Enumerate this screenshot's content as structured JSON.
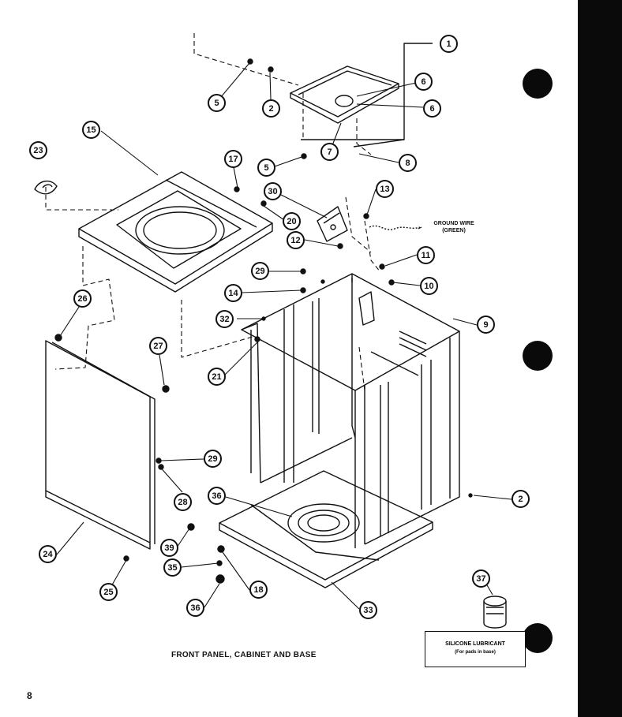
{
  "callouts": [
    {
      "id": "c1",
      "label": "1"
    },
    {
      "id": "c2a",
      "label": "2"
    },
    {
      "id": "c5a",
      "label": "5"
    },
    {
      "id": "c6a",
      "label": "6"
    },
    {
      "id": "c6b",
      "label": "6"
    },
    {
      "id": "c5b",
      "label": "5"
    },
    {
      "id": "c7",
      "label": "7"
    },
    {
      "id": "c8",
      "label": "8"
    },
    {
      "id": "c15",
      "label": "15"
    },
    {
      "id": "c23",
      "label": "23"
    },
    {
      "id": "c17",
      "label": "17"
    },
    {
      "id": "c30",
      "label": "30"
    },
    {
      "id": "c20",
      "label": "20"
    },
    {
      "id": "c13",
      "label": "13"
    },
    {
      "id": "c12",
      "label": "12"
    },
    {
      "id": "c11",
      "label": "11"
    },
    {
      "id": "c29a",
      "label": "29"
    },
    {
      "id": "c10",
      "label": "10"
    },
    {
      "id": "c14",
      "label": "14"
    },
    {
      "id": "c26",
      "label": "26"
    },
    {
      "id": "c32",
      "label": "32"
    },
    {
      "id": "c9",
      "label": "9"
    },
    {
      "id": "c27",
      "label": "27"
    },
    {
      "id": "c21",
      "label": "21"
    },
    {
      "id": "c29b",
      "label": "29"
    },
    {
      "id": "c28",
      "label": "28"
    },
    {
      "id": "c36a",
      "label": "36"
    },
    {
      "id": "c2b",
      "label": "2"
    },
    {
      "id": "c39",
      "label": "39"
    },
    {
      "id": "c24",
      "label": "24"
    },
    {
      "id": "c35",
      "label": "35"
    },
    {
      "id": "c18",
      "label": "18"
    },
    {
      "id": "c25",
      "label": "25"
    },
    {
      "id": "c37",
      "label": "37"
    },
    {
      "id": "c36b",
      "label": "36"
    },
    {
      "id": "c33",
      "label": "33"
    }
  ],
  "labels": {
    "ground_wire_line1": "GROUND WIRE",
    "ground_wire_line2": "(GREEN)",
    "caption": "FRONT PANEL, CABINET AND BASE",
    "page_number": "8",
    "lubricant_title": "SILICONE LUBRICANT",
    "lubricant_note": "(For pads in base)"
  }
}
